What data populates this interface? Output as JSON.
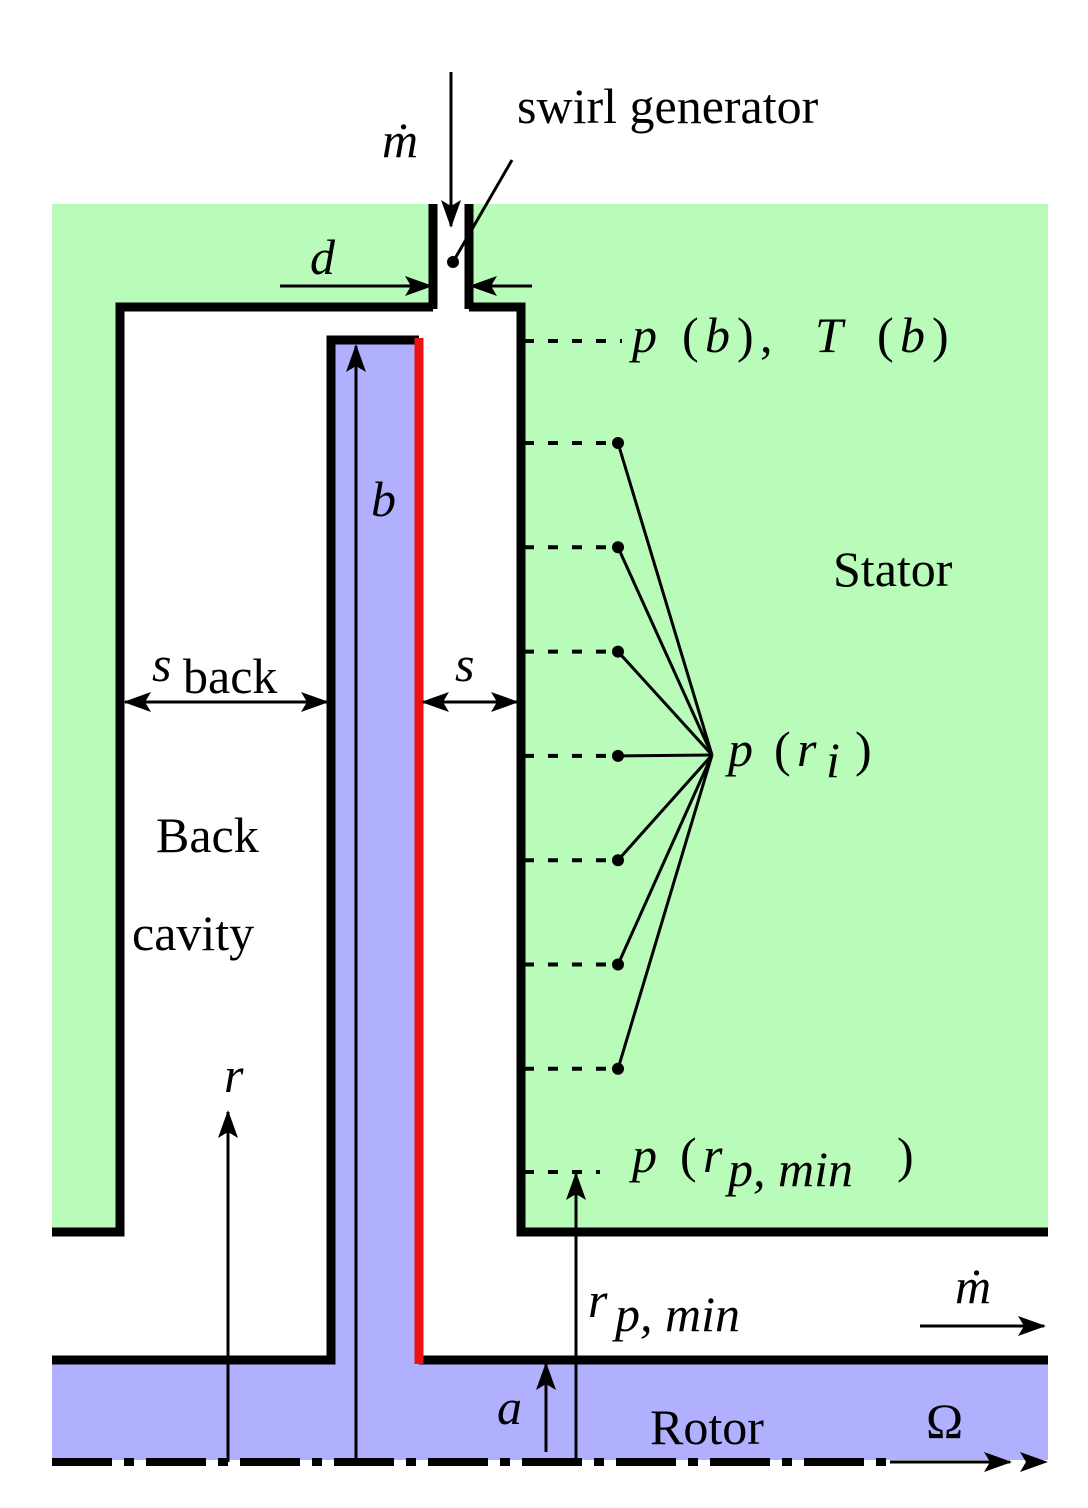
{
  "colors": {
    "stator": "#b9fbb9",
    "rotor": "#b0b0ff",
    "wall": "#000000",
    "rotor_face": "#ee1111",
    "cavity": "#ffffff"
  },
  "labels": {
    "swirl_generator": "swirl generator",
    "m_dot": "ṁ",
    "d": "d",
    "p_b": "p",
    "paren_open": "(",
    "paren_close": ")",
    "b_var": "b",
    "comma": ",",
    "T_b": "T",
    "b": "b",
    "stator": "Stator",
    "s_back_s": "s",
    "s_back_sub": "back",
    "s": "s",
    "p_ri_p": "p",
    "p_ri_r": "r",
    "p_ri_i": "i",
    "back_line1": "Back",
    "back_line2": "cavity",
    "r": "r",
    "p_rpmin_p": "p",
    "rpmin_r": "r",
    "rpmin_sub": "p, min",
    "m_dot_outlet": "ṁ",
    "a": "a",
    "rotor": "Rotor",
    "omega": "Ω"
  },
  "pressure_taps_ri_count": 7
}
